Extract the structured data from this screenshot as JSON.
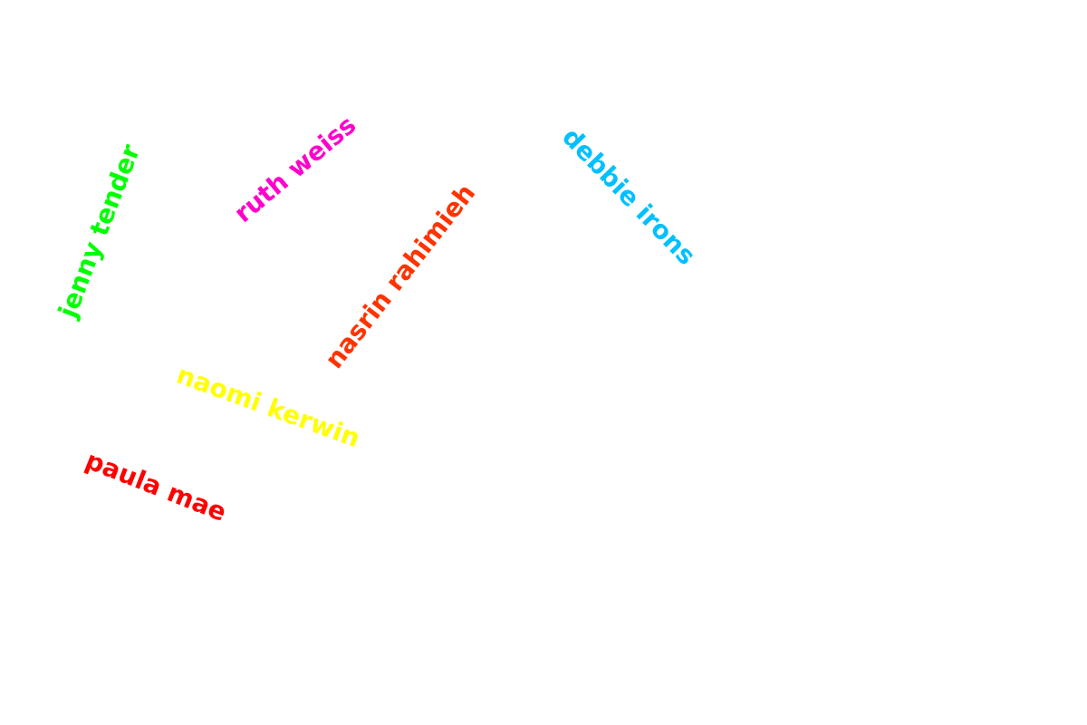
{
  "words": [
    {
      "text": "jenny tender",
      "color": "#00ff00"
    },
    {
      "text": "ruth weiss",
      "color": "#ff00cc"
    },
    {
      "text": "nasrin rahimieh",
      "color": "#ff3300"
    },
    {
      "text": "debbie irons",
      "color": "#00c0ff"
    },
    {
      "text": "naomi kerwin",
      "color": "#ffff00"
    },
    {
      "text": "paula mae",
      "color": "#ff0000"
    }
  ]
}
